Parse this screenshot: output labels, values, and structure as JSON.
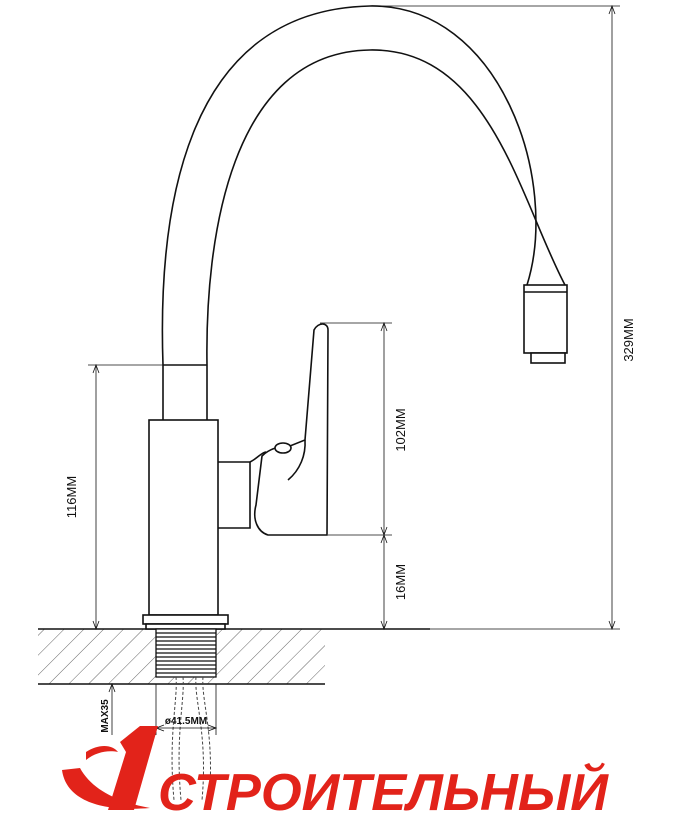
{
  "dimensions": {
    "total_height": "329MM",
    "handle_height": "102MM",
    "handle_base": "16MM",
    "body_height": "116MM",
    "diameter": "ø41.5MM",
    "max_thickness": "MAX35"
  },
  "logo": {
    "text": "СТРОИТЕЛЬНЫЙ",
    "color": "#e2231a"
  }
}
